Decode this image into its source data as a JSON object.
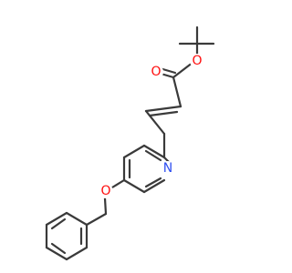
{
  "atom_colors": {
    "O": "#ff0d0d",
    "N": "#2f4ff0"
  },
  "atoms": {
    "ester_carbonyl_O": "O",
    "ester_ether_O": "O",
    "pyridine_N": "N",
    "benzyl_ether_O": "O"
  }
}
